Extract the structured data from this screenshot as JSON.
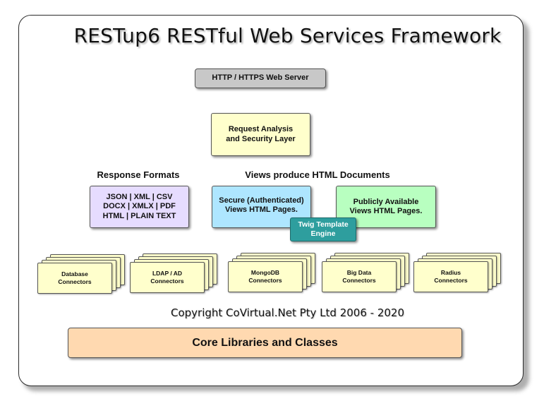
{
  "diagram": {
    "title": "RESTup6 RESTful Web Services Framework",
    "web_server": "HTTP / HTTPS Web Server",
    "request_layer": "Request Analysis\nand Security Layer",
    "response_formats_heading": "Response Formats",
    "views_heading": "Views produce HTML Documents",
    "response_formats": "JSON | XML | CSV\nDOCX | XMLX | PDF\nHTML | PLAIN TEXT",
    "secure_views": "Secure (Authenticated)\nViews HTML Pages.",
    "public_views": "Publicly Available\nViews HTML Pages.",
    "twig_engine": "Twig Template\nEngine",
    "connectors": [
      {
        "label": "Database\nConnectors"
      },
      {
        "label": "LDAP / AD\nConnectors"
      },
      {
        "label": "MongoDB\nConnectors"
      },
      {
        "label": "Big Data\nConnectors"
      },
      {
        "label": "Radius\nConnectors"
      }
    ],
    "copyright": "Copyright CoVirtual.Net Pty Ltd 2006 - 2020",
    "core_libraries": "Core Libraries and Classes"
  },
  "colors": {
    "web_server": "#c8c8c8",
    "request_layer": "#ffffcc",
    "response_formats": "#e6dcff",
    "secure_views": "#aee6ff",
    "public_views": "#b8ffc0",
    "twig_engine": "#2e9e9e",
    "connector": "#ffffcc",
    "core_libraries": "#ffd9b0"
  }
}
